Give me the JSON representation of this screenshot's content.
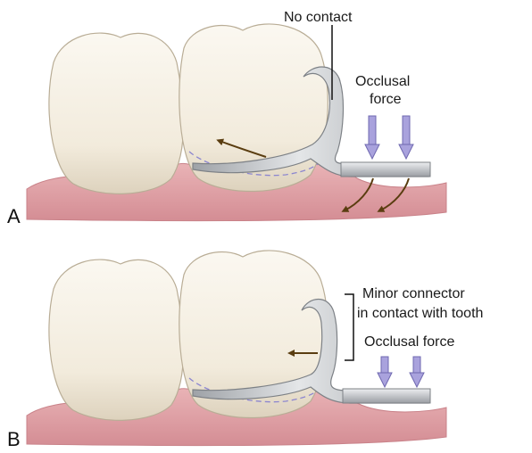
{
  "panels": [
    {
      "letter": "A",
      "labels": {
        "no_contact": "No contact",
        "occlusal_force_line1": "Occlusal",
        "occlusal_force_line2": "force"
      }
    },
    {
      "letter": "B",
      "labels": {
        "minor_connector_line1": "Minor connector",
        "minor_connector_line2": "in contact with tooth",
        "occlusal_force": "Occlusal force"
      }
    }
  ],
  "colors": {
    "gum": "#e6a9ad",
    "gum_shadow": "#d58a92",
    "tooth": "#f6f1e6",
    "tooth_shadow": "#d8cdb9",
    "metal": "#c4c7ca",
    "metal_dark": "#8d9196",
    "force_arrow": "#a9a2dd",
    "movement_arrow": "#5a3d10",
    "dashed_outline": "#8c86cf"
  }
}
